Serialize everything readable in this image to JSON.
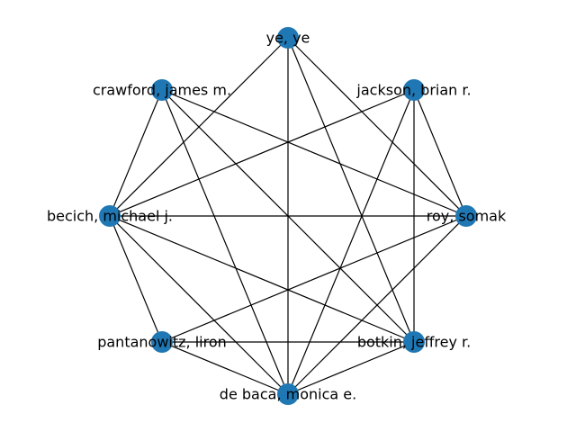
{
  "graph": {
    "node_color": "#1f77b4",
    "edge_color": "#000000",
    "nodes": [
      {
        "id": "ye",
        "label": "ye, ye"
      },
      {
        "id": "jackson",
        "label": "jackson, brian r."
      },
      {
        "id": "roy",
        "label": "roy, somak"
      },
      {
        "id": "botkin",
        "label": "botkin, jeffrey r."
      },
      {
        "id": "debaca",
        "label": "de baca, monica e."
      },
      {
        "id": "pantanowitz",
        "label": "pantanowitz, liron"
      },
      {
        "id": "becich",
        "label": "becich, michael j."
      },
      {
        "id": "crawford",
        "label": "crawford, james m."
      }
    ],
    "edges": [
      [
        "ye",
        "debaca"
      ],
      [
        "ye",
        "botkin"
      ],
      [
        "ye",
        "roy"
      ],
      [
        "ye",
        "becich"
      ],
      [
        "crawford",
        "becich"
      ],
      [
        "crawford",
        "debaca"
      ],
      [
        "crawford",
        "botkin"
      ],
      [
        "crawford",
        "roy"
      ],
      [
        "jackson",
        "becich"
      ],
      [
        "jackson",
        "roy"
      ],
      [
        "jackson",
        "botkin"
      ],
      [
        "jackson",
        "debaca"
      ],
      [
        "becich",
        "roy"
      ],
      [
        "becich",
        "pantanowitz"
      ],
      [
        "becich",
        "debaca"
      ],
      [
        "becich",
        "botkin"
      ],
      [
        "roy",
        "pantanowitz"
      ],
      [
        "roy",
        "debaca"
      ],
      [
        "pantanowitz",
        "botkin"
      ],
      [
        "pantanowitz",
        "debaca"
      ],
      [
        "debaca",
        "botkin"
      ]
    ]
  }
}
